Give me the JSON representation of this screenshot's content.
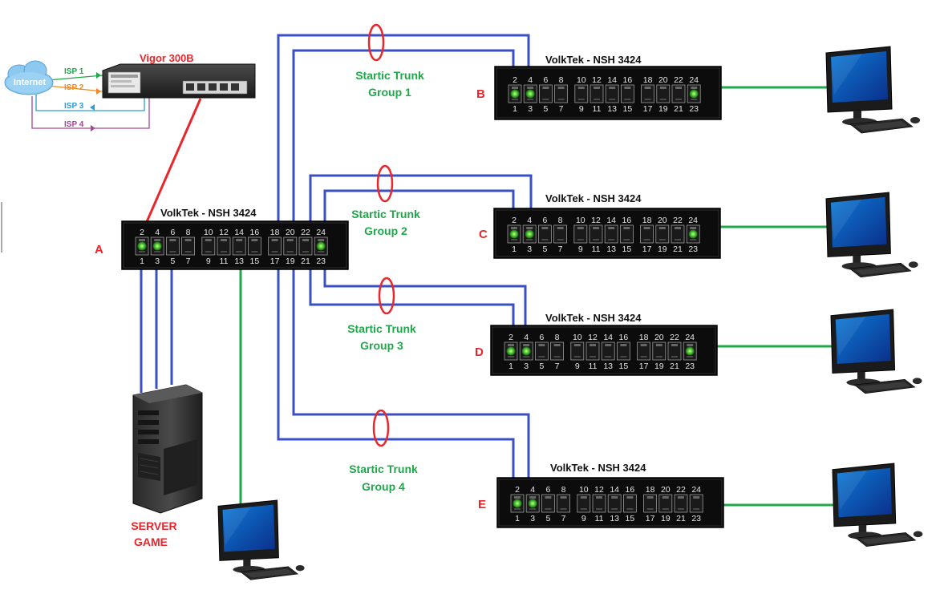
{
  "router": {
    "title": "Vigor 300B",
    "cloud_label": "Internet",
    "isp_labels": [
      "ISP 1",
      "ISP 2",
      "ISP 3",
      "ISP 4"
    ],
    "isp_colors": [
      "#1fa84a",
      "#f08a24",
      "#2a9fd6",
      "#a3469a"
    ]
  },
  "switches": [
    {
      "id": "A",
      "model": "VolkTek - NSH 3424"
    },
    {
      "id": "B",
      "model": "VolkTek - NSH 3424"
    },
    {
      "id": "C",
      "model": "VolkTek - NSH 3424"
    },
    {
      "id": "D",
      "model": "VolkTek - NSH 3424"
    },
    {
      "id": "E",
      "model": "VolkTek - NSH 3424"
    }
  ],
  "port_labels": {
    "top": [
      "2",
      "4",
      "6",
      "8",
      "10",
      "12",
      "14",
      "16",
      "18",
      "20",
      "22",
      "24"
    ],
    "bottom": [
      "1",
      "3",
      "5",
      "7",
      "9",
      "11",
      "13",
      "15",
      "17",
      "19",
      "21",
      "23"
    ]
  },
  "trunks": [
    {
      "line1": "Startic Trunk",
      "line2": "Group 1"
    },
    {
      "line1": "Startic Trunk",
      "line2": "Group 2"
    },
    {
      "line1": "Startic Trunk",
      "line2": "Group 3"
    },
    {
      "line1": "Startic Trunk",
      "line2": "Group 4"
    }
  ],
  "server": {
    "line1": "SERVER",
    "line2": "GAME"
  },
  "colors": {
    "trunk_blue": "#3b4fc4",
    "access_green": "#1fa84a",
    "uplink_red": "#e8262b",
    "label_red": "#e8262b",
    "label_green": "#1fa84a"
  }
}
